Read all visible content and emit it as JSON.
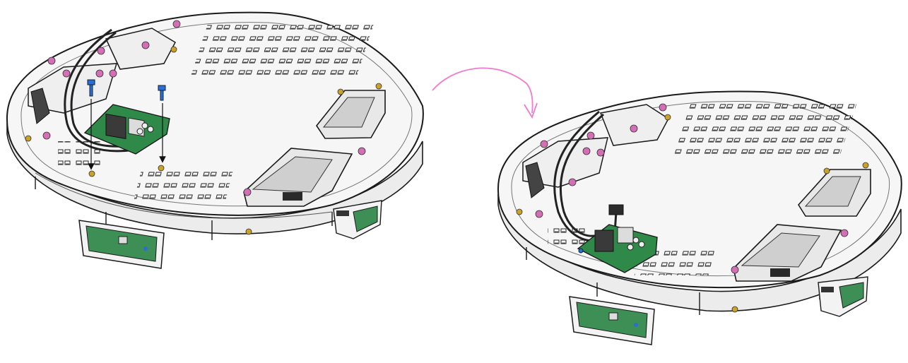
{
  "figure": {
    "panels": [
      {
        "id": "before",
        "state": "circuit board and two screws shown above the robot chassis, to be fastened down"
      },
      {
        "id": "after",
        "state": "circuit board mounted on the chassis"
      }
    ],
    "transition_arrow": {
      "color": "#f07acb",
      "direction": "left-to-right"
    },
    "colors": {
      "chassis": "#f4f4f4",
      "outline": "#1a1a1a",
      "pcb": "#2f8a4a",
      "screw_blue": "#2a6fd6",
      "screw_pink": "#d46fb6",
      "brass": "#c9a227",
      "cable": "#222222"
    }
  }
}
